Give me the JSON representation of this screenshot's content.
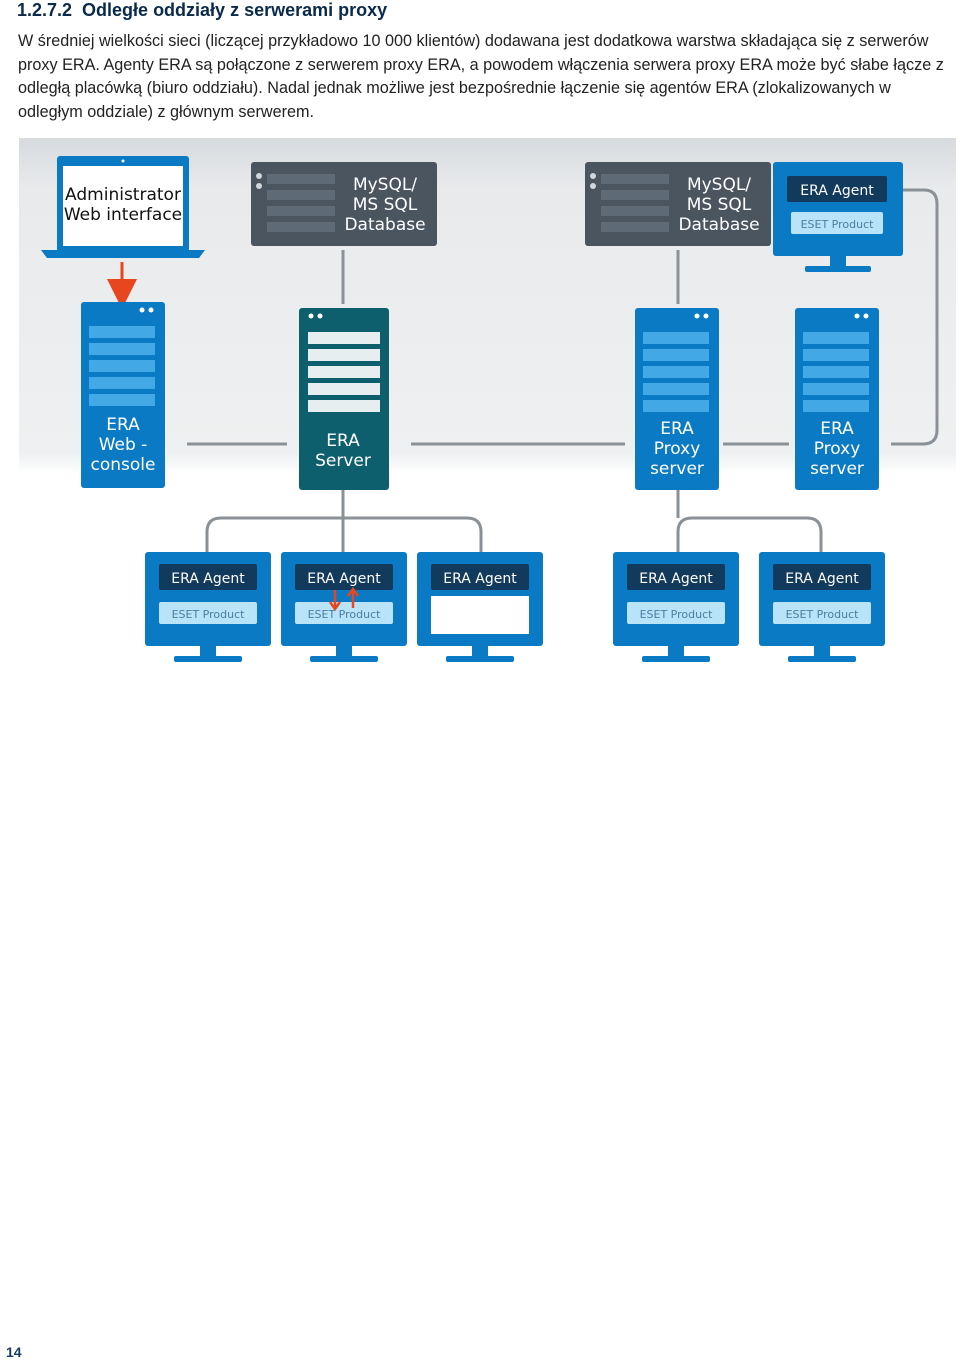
{
  "section": {
    "number": "1.2.7.2",
    "title": "Odległe oddziały z serwerami proxy"
  },
  "paragraph": "W średniej wielkości sieci (liczącej przykładowo 10 000 klientów) dodawana jest dodatkowa warstwa składająca się z serwerów proxy ERA. Agenty ERA są połączone z serwerem proxy ERA, a powodem włączenia serwera proxy ERA może być słabe łącze z odległą placówką (biuro oddziału). Nadal jednak możliwe jest bezpośrednie łączenie się agentów ERA (zlokalizowanych w odległym oddziale) z głównym serwerem.",
  "diagram": {
    "admin": [
      "Administrator",
      "Web interface"
    ],
    "db_main": [
      "MySQL/",
      "MS SQL",
      "Database"
    ],
    "db_proxy": [
      "MySQL/",
      "MS SQL",
      "Database"
    ],
    "webconsole": [
      "ERA",
      "Web -",
      "console"
    ],
    "server": [
      "ERA",
      "Server"
    ],
    "proxy1": [
      "ERA",
      "Proxy",
      "server"
    ],
    "proxy2": [
      "ERA",
      "Proxy",
      "server"
    ],
    "agent_label": "ERA Agent",
    "product_label": "ESET Product",
    "colors": {
      "blue": "#0a7ac4",
      "teal": "#0d5f6e",
      "dark": "#4a5560",
      "navy": "#123a5c",
      "arrow": "#e8461e",
      "line": "#8a9298"
    }
  },
  "page_number": "14"
}
